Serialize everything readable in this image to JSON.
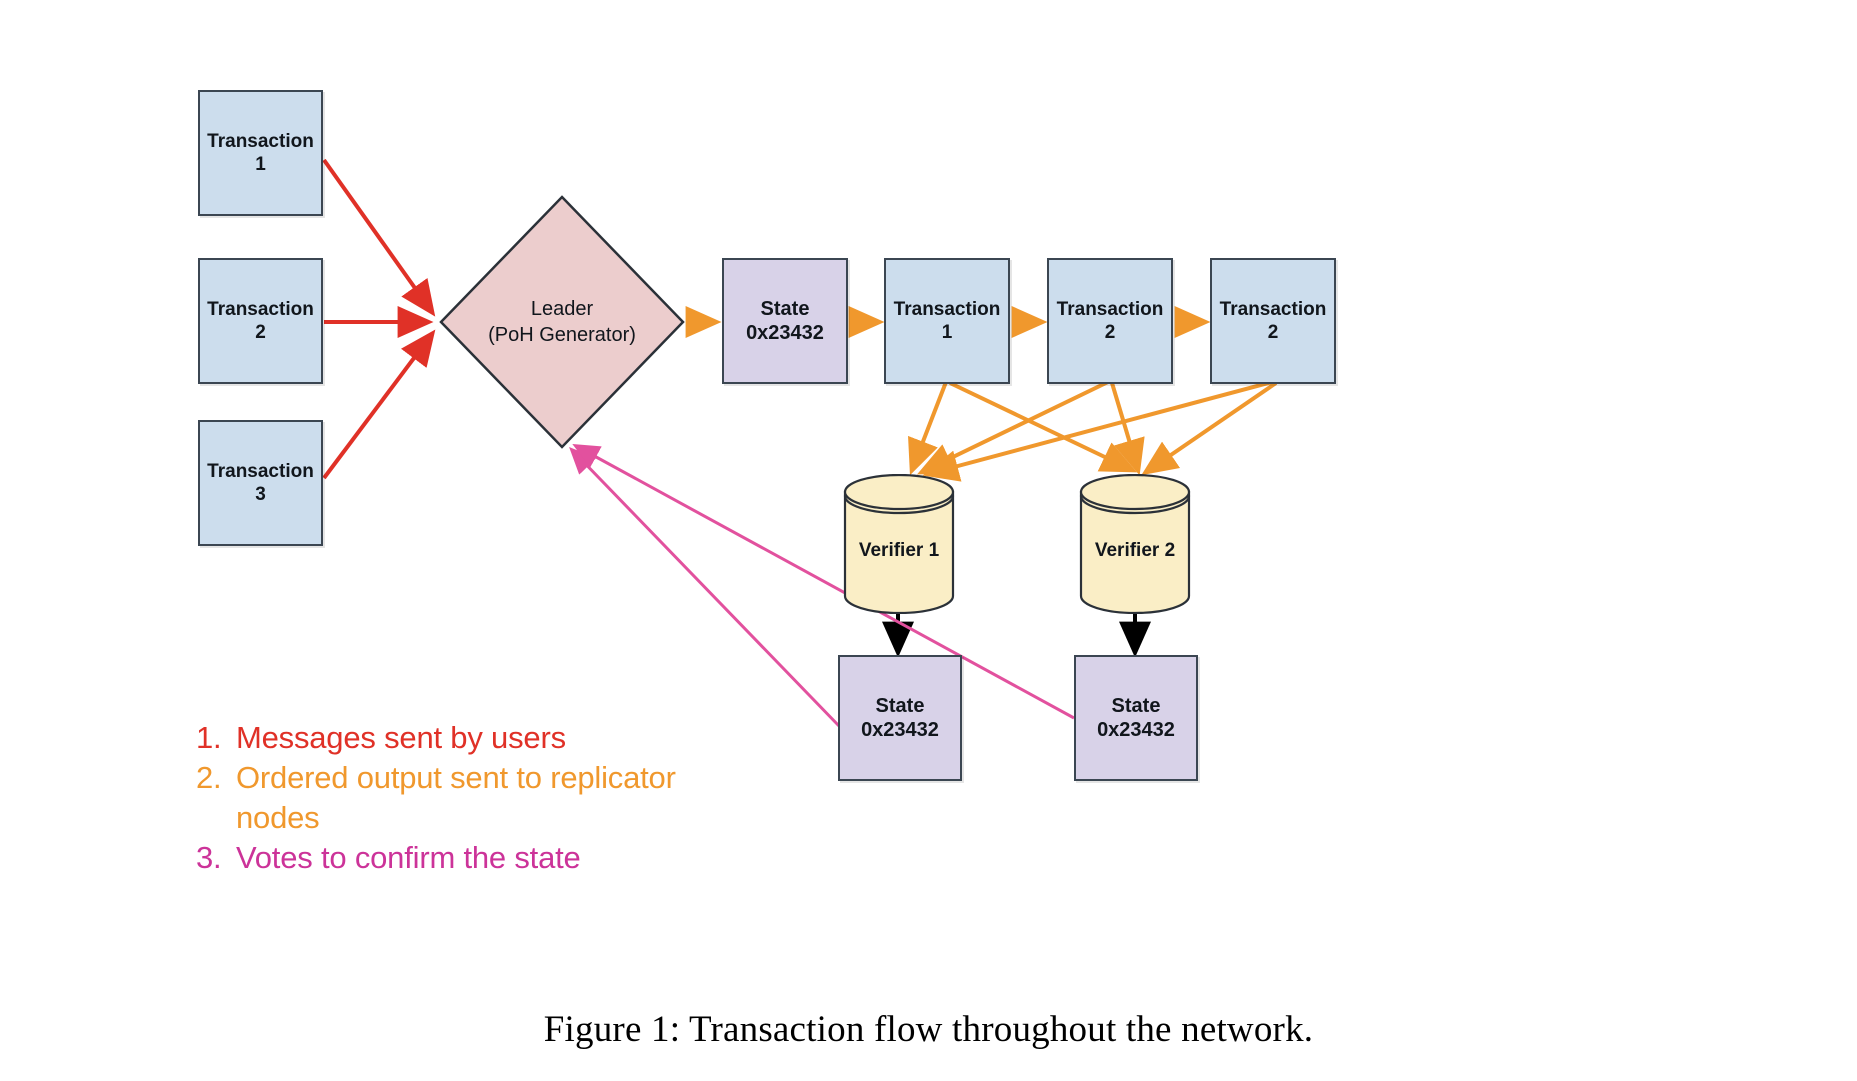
{
  "figure": {
    "caption": "Figure 1:  Transaction flow throughout the network."
  },
  "colors": {
    "transaction_fill": "#ccdded",
    "state_fill": "#d8d2e8",
    "leader_fill": "#eccdcd",
    "verifier_fill": "#faeec6",
    "stroke": "#3b4652",
    "arrow_red": "#e03127",
    "arrow_orange": "#f0982d",
    "arrow_pink": "#e2519e",
    "arrow_black": "#000000"
  },
  "inputs": {
    "nodes": [
      {
        "title": "Transaction",
        "number": "1"
      },
      {
        "title": "Transaction",
        "number": "2"
      },
      {
        "title": "Transaction",
        "number": "3"
      }
    ]
  },
  "leader": {
    "line1": "Leader",
    "line2": "(PoH Generator)"
  },
  "ledger": {
    "nodes": [
      {
        "title": "State",
        "number": "0x23432"
      },
      {
        "title": "Transaction",
        "number": "1"
      },
      {
        "title": "Transaction",
        "number": "2"
      },
      {
        "title": "Transaction",
        "number": "2"
      }
    ]
  },
  "verifiers": [
    {
      "label": "Verifier 1"
    },
    {
      "label": "Verifier 2"
    }
  ],
  "verifier_states": [
    {
      "title": "State",
      "number": "0x23432"
    },
    {
      "title": "State",
      "number": "0x23432"
    }
  ],
  "legend": {
    "items": [
      {
        "num": "1.",
        "text": "Messages sent by users",
        "color": "#e03127"
      },
      {
        "num": "2.",
        "text": "Ordered output sent to replicator nodes",
        "color": "#f0982d"
      },
      {
        "num": "3.",
        "text": "Votes to confirm the state",
        "color": "#cc3399"
      }
    ]
  }
}
